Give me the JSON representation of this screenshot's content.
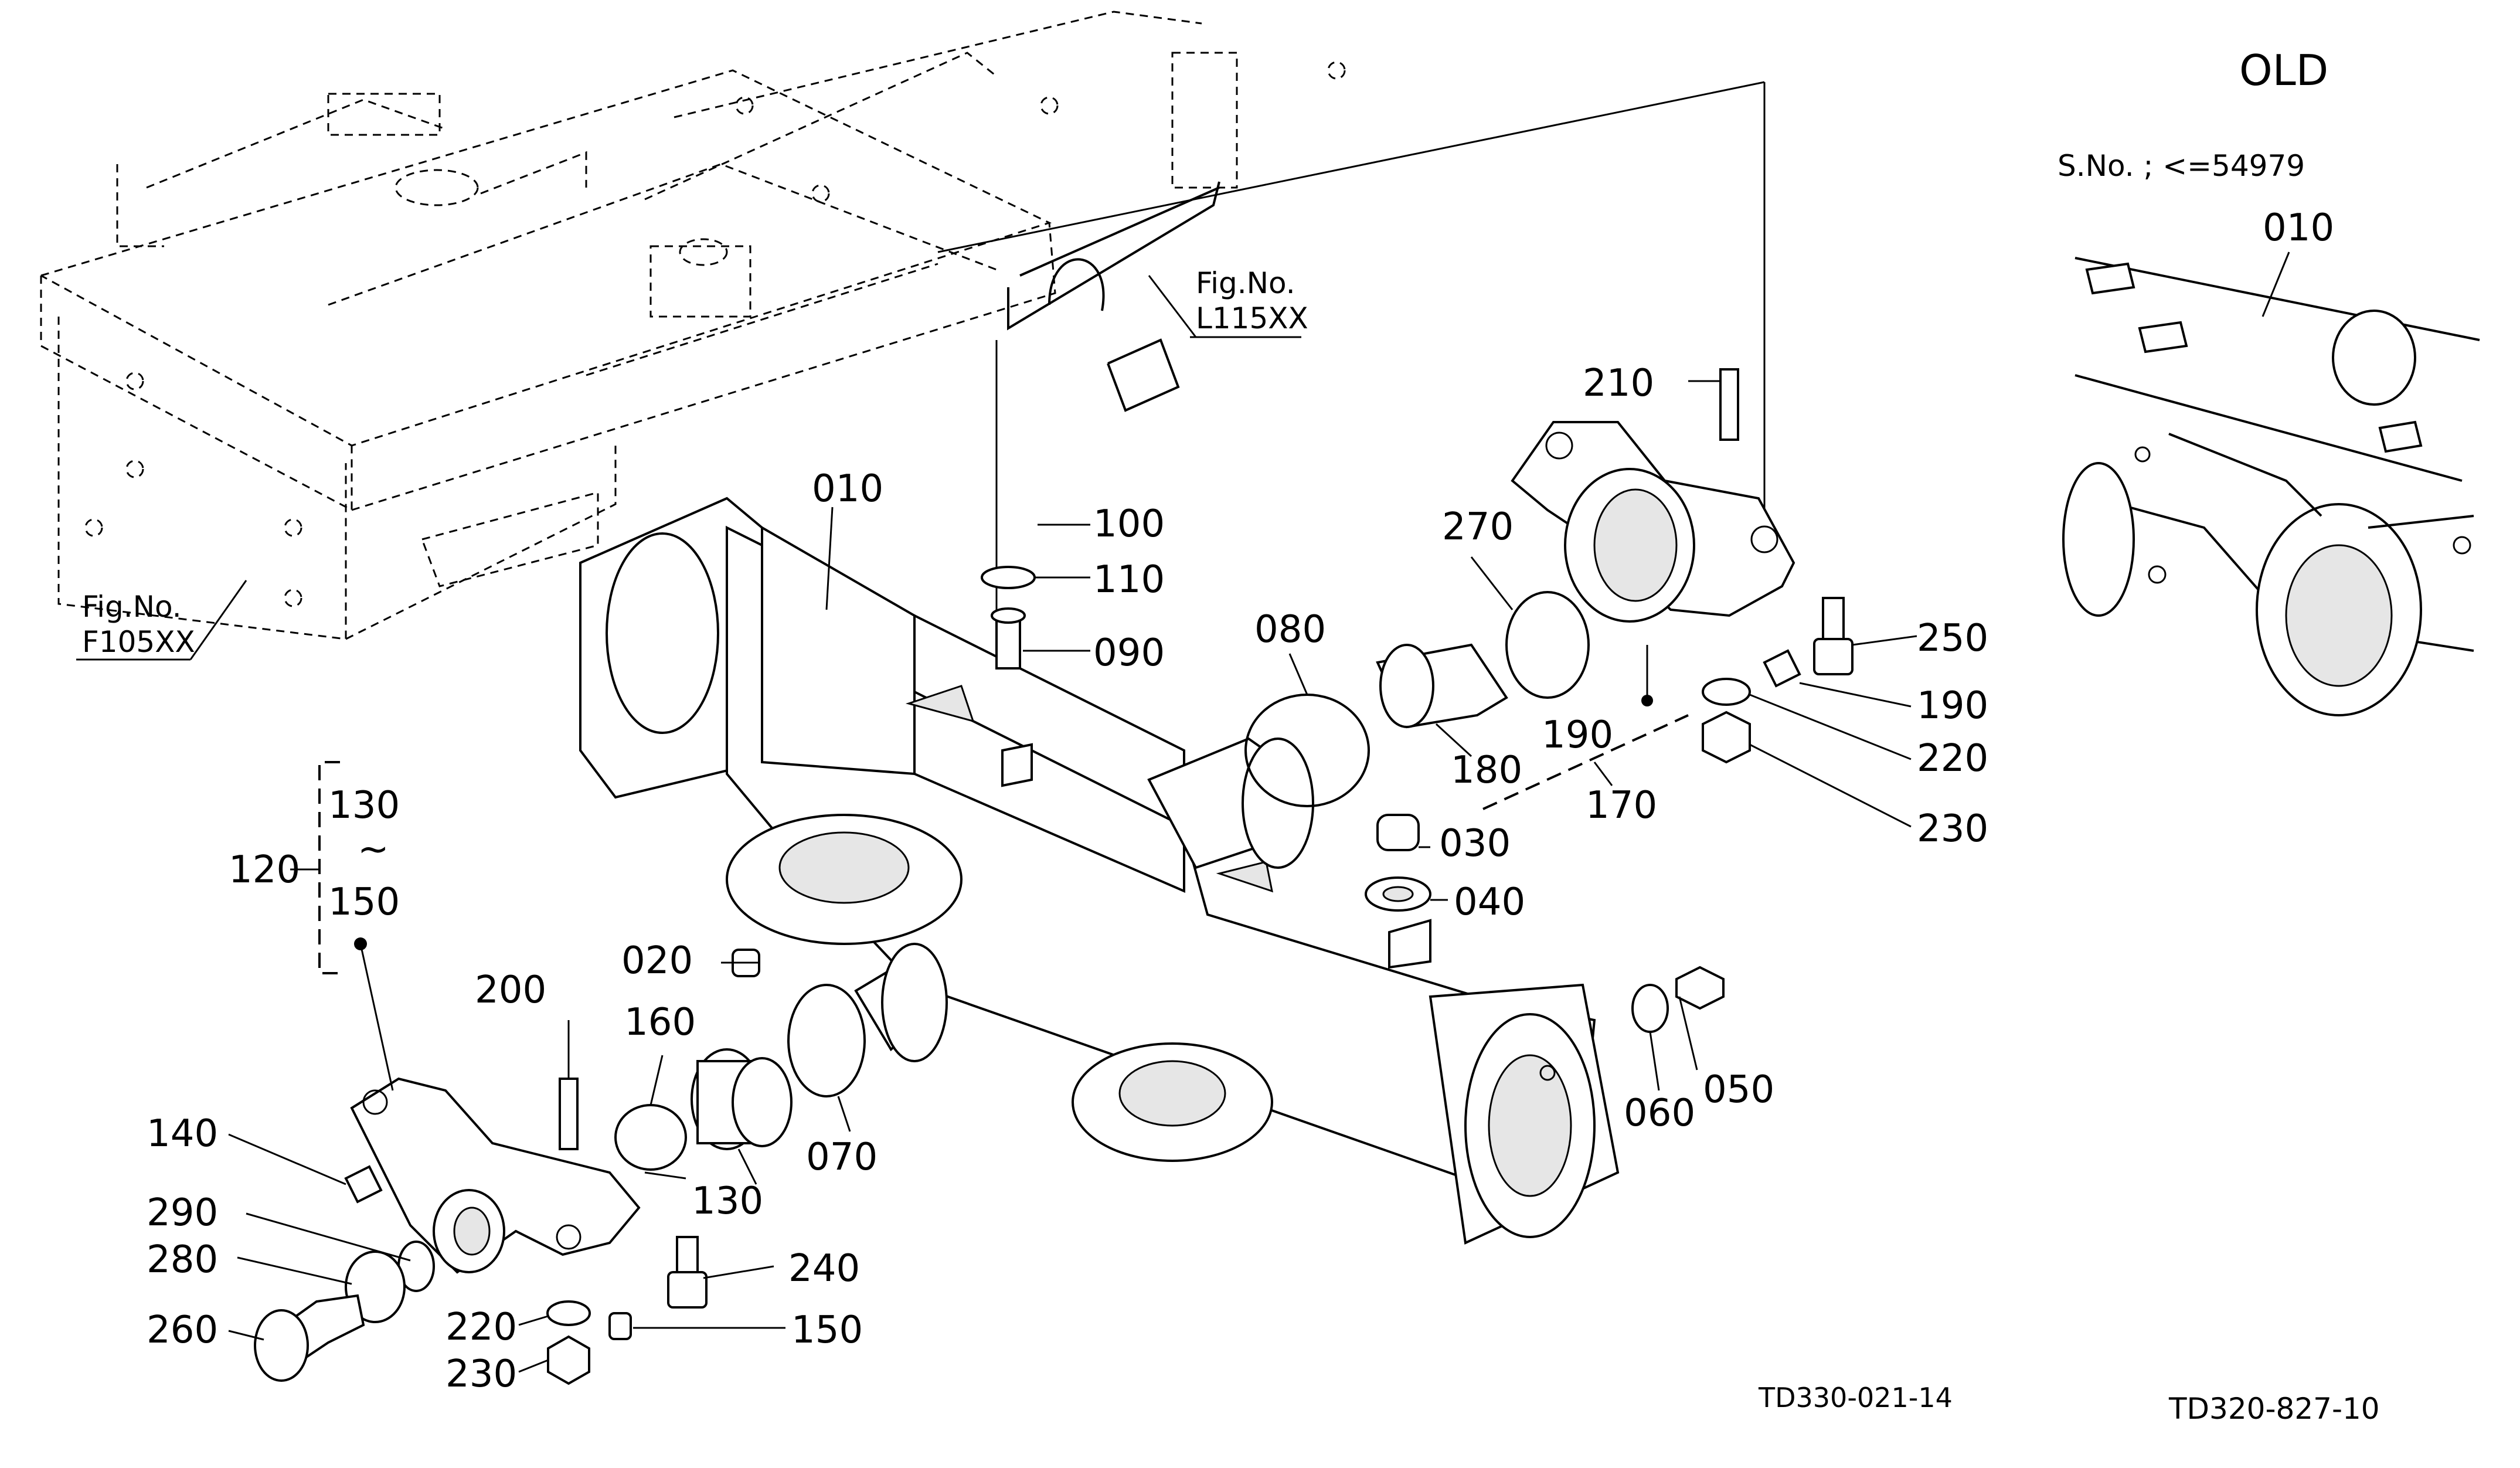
{
  "inset": {
    "title": "OLD",
    "serial": "S.No. ; <=54979",
    "label": "010"
  },
  "refs": {
    "frame": [
      "Fig.No.",
      "F105XX"
    ],
    "pipe": [
      "Fig.No.",
      "L115XX"
    ]
  },
  "group": {
    "main": "120",
    "top": "130",
    "tilde": "~",
    "bottom": "150"
  },
  "parts": {
    "p010": "010",
    "p020": "020",
    "p030": "030",
    "p040": "040",
    "p050": "050",
    "p060": "060",
    "p070": "070",
    "p080": "080",
    "p090": "090",
    "p100": "100",
    "p110": "110",
    "p130": "130",
    "p140": "140",
    "p150": "150",
    "p160": "160",
    "p170": "170",
    "p180": "180",
    "p190a": "190",
    "p190b": "190",
    "p200": "200",
    "p210": "210",
    "p220a": "220",
    "p220b": "220",
    "p230a": "230",
    "p230b": "230",
    "p240": "240",
    "p250": "250",
    "p260": "260",
    "p270": "270",
    "p280": "280",
    "p290": "290"
  },
  "codes": {
    "inner": "TD330-021-14",
    "outer": "TD320-827-10"
  }
}
